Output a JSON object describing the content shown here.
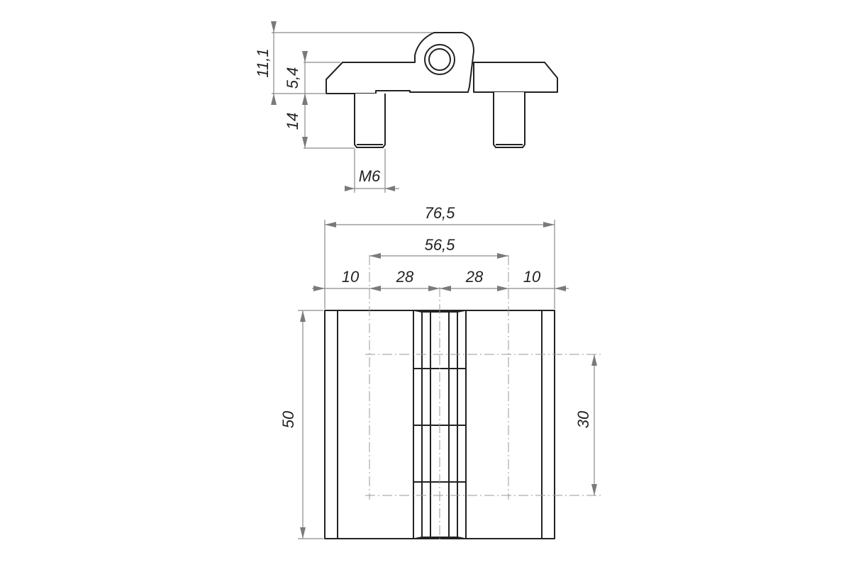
{
  "side_view": {
    "dim_total_height": "11,1",
    "dim_plate_height": "5,4",
    "dim_pin_length": "14",
    "dim_thread": "M6"
  },
  "top_view": {
    "dim_overall_width": "76,5",
    "dim_hole_spacing": "56,5",
    "dim_edge_left": "10",
    "dim_half_left": "28",
    "dim_half_right": "28",
    "dim_edge_right": "10",
    "dim_height": "50",
    "dim_hole_height": "30"
  }
}
